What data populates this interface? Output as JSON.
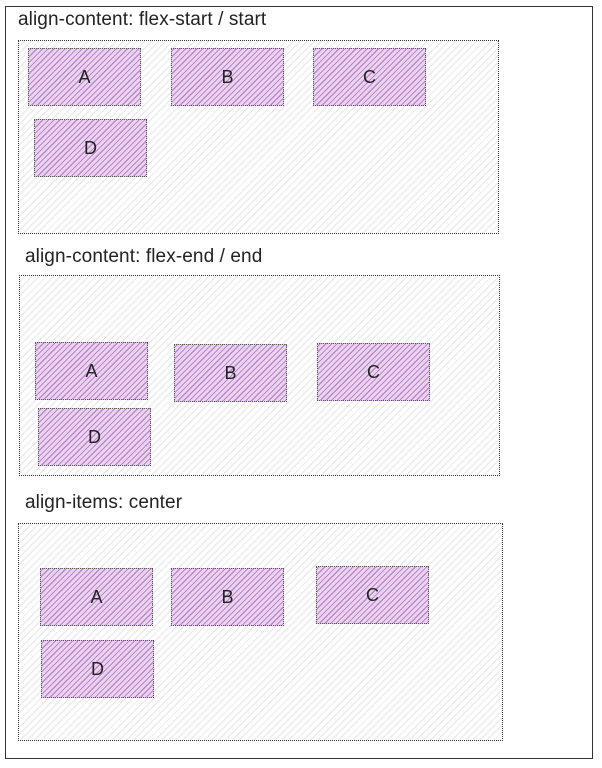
{
  "sections": [
    {
      "title": "align-content: flex-start / start",
      "items": [
        "A",
        "B",
        "C",
        "D"
      ]
    },
    {
      "title": "align-content: flex-end / end",
      "items": [
        "A",
        "B",
        "C",
        "D"
      ]
    },
    {
      "title": "align-items: center",
      "items": [
        "A",
        "B",
        "C",
        "D"
      ]
    }
  ],
  "colors": {
    "item_fill": "#ecd3f2",
    "item_hatch": "#b88ac6",
    "container_hatch": "#e6e6ea",
    "border": "#333333"
  }
}
